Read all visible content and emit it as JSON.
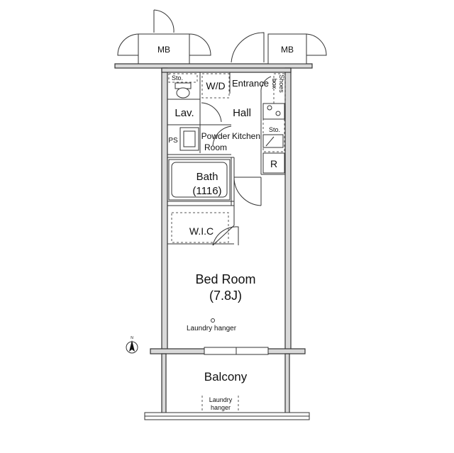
{
  "labels": {
    "mb_left": "MB",
    "mb_right": "MB",
    "sto_top": "Sto.",
    "wd": "W/D",
    "entrance": "Entrance",
    "shoes_line1": "Shoes",
    "shoes_line2": "box",
    "lav": "Lav.",
    "hall": "Hall",
    "sto_kitchen": "Sto.",
    "ps": "PS",
    "powder_line1": "Powder",
    "powder_line2": "Room",
    "kitchen": "Kitchen",
    "fridge": "R",
    "bath": "Bath",
    "bath_size": "(1116)",
    "wic": "W.I.C",
    "bedroom": "Bed Room",
    "bedroom_size": "(7.8J)",
    "laundry_hanger_bedroom": "Laundry hanger",
    "balcony": "Balcony",
    "laundry_line1": "Laundry",
    "laundry_line2": "hanger",
    "north": "N"
  },
  "icons": [
    "north-arrow-icon",
    "door-swing-icon",
    "toilet-icon",
    "stove-icon",
    "laundry-hanger-icon"
  ]
}
